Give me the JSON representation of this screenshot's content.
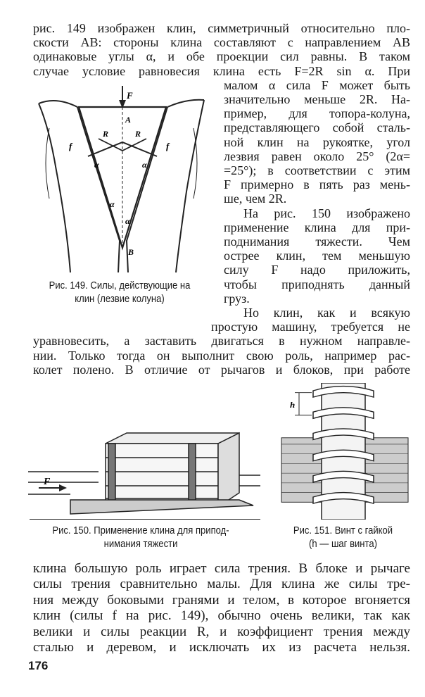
{
  "page_number": "176",
  "top_lines": [
    "рис. 149 изображен клин, симметричный относительно пло-",
    "скости AB: стороны клина составляют с направлением AB",
    "одинаковые углы α, и обе проекции сил равны. В таком",
    "случае условие равновесия клина есть F=2R sin α. При"
  ],
  "side_lines": [
    "малом α сила F может быть",
    "значительно меньше 2R. На-",
    "пример, для топора-колуна,",
    "представляющего собой сталь-",
    "ной клин на рукоятке, угол",
    "лезвия равен около 25° (2α=",
    "=25°); в соответствии с этим",
    "F примерно в пять раз мень-",
    "ше, чем 2R.",
    "На рис. 150 изображено",
    "применение клина для при-",
    "поднимания тяжести. Чем",
    "острее клин, тем меньшую",
    "силу F надо приложить,",
    "чтобы приподнять данный",
    "груз.",
    "Но клин, как и всякую",
    "простую машину, требуется не"
  ],
  "mid_lines": [
    "уравновесить, а заставить двигаться в нужном направле-",
    "нии. Только тогда он выполнит свою роль, например рас-",
    "колет полено. В отличие от рычагов и блоков, при работе"
  ],
  "bottom_lines": [
    "клина большую роль играет сила трения. В блоке и рычаге",
    "силы трения сравнительно малы. Для клина же силы тре-",
    "ния между боковыми гранями и телом, в которое вгоняется",
    "клин (силы f на рис. 149), обычно очень велики, так как",
    "велики и силы реакции R, и коэффициент трения между",
    "сталью и деревом, и исключать их из расчета нельзя."
  ],
  "fig149": {
    "caption": [
      "Рис. 149. Силы, действующие на",
      "клин (лезвие колуна)"
    ],
    "labels": {
      "F": "F",
      "A": "A",
      "R1": "R",
      "R2": "R",
      "f1": "f",
      "f2": "f",
      "a1": "α",
      "a2": "α",
      "a3": "α",
      "a4": "α",
      "B": "B"
    }
  },
  "fig150": {
    "caption": [
      "Рис. 150. Применение клина для припод-",
      "нимания тяжести"
    ],
    "labels": {
      "F": "F"
    }
  },
  "fig151": {
    "caption": [
      "Рис. 151. Винт с гайкой",
      "(h — шаг винта)"
    ],
    "labels": {
      "h": "h"
    }
  }
}
